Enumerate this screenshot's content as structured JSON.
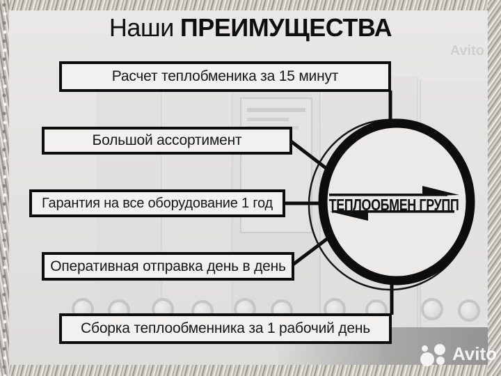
{
  "title": {
    "prefix": "Наши",
    "emphasis": "ПРЕИМУЩЕСТВА"
  },
  "advantages": [
    {
      "label": "Расчет теплобменика за 15 минут"
    },
    {
      "label": "Большой ассортимент"
    },
    {
      "label": "Гарантия на все оборудование 1 год"
    },
    {
      "label": "Оперативная отправка день в день"
    },
    {
      "label": "Сборка теплообменника за 1 рабочий день"
    }
  ],
  "logo": {
    "name": "ТЕПЛООБМЕН ГРУПП",
    "shape": "double-circle-with-flow-arrows"
  },
  "watermarks": {
    "top_right": "Avito",
    "bottom_right": "Avito"
  },
  "colors": {
    "ink": "#0c0c0c",
    "box_background": "#f2f1f0",
    "page_background": "#e5e4e3",
    "frame_metal_light": "#ece9e4",
    "frame_metal_dark": "#96938d",
    "watermark_gray": "#cfcecd",
    "watermark_white": "rgba(255,255,255,0.88)"
  }
}
